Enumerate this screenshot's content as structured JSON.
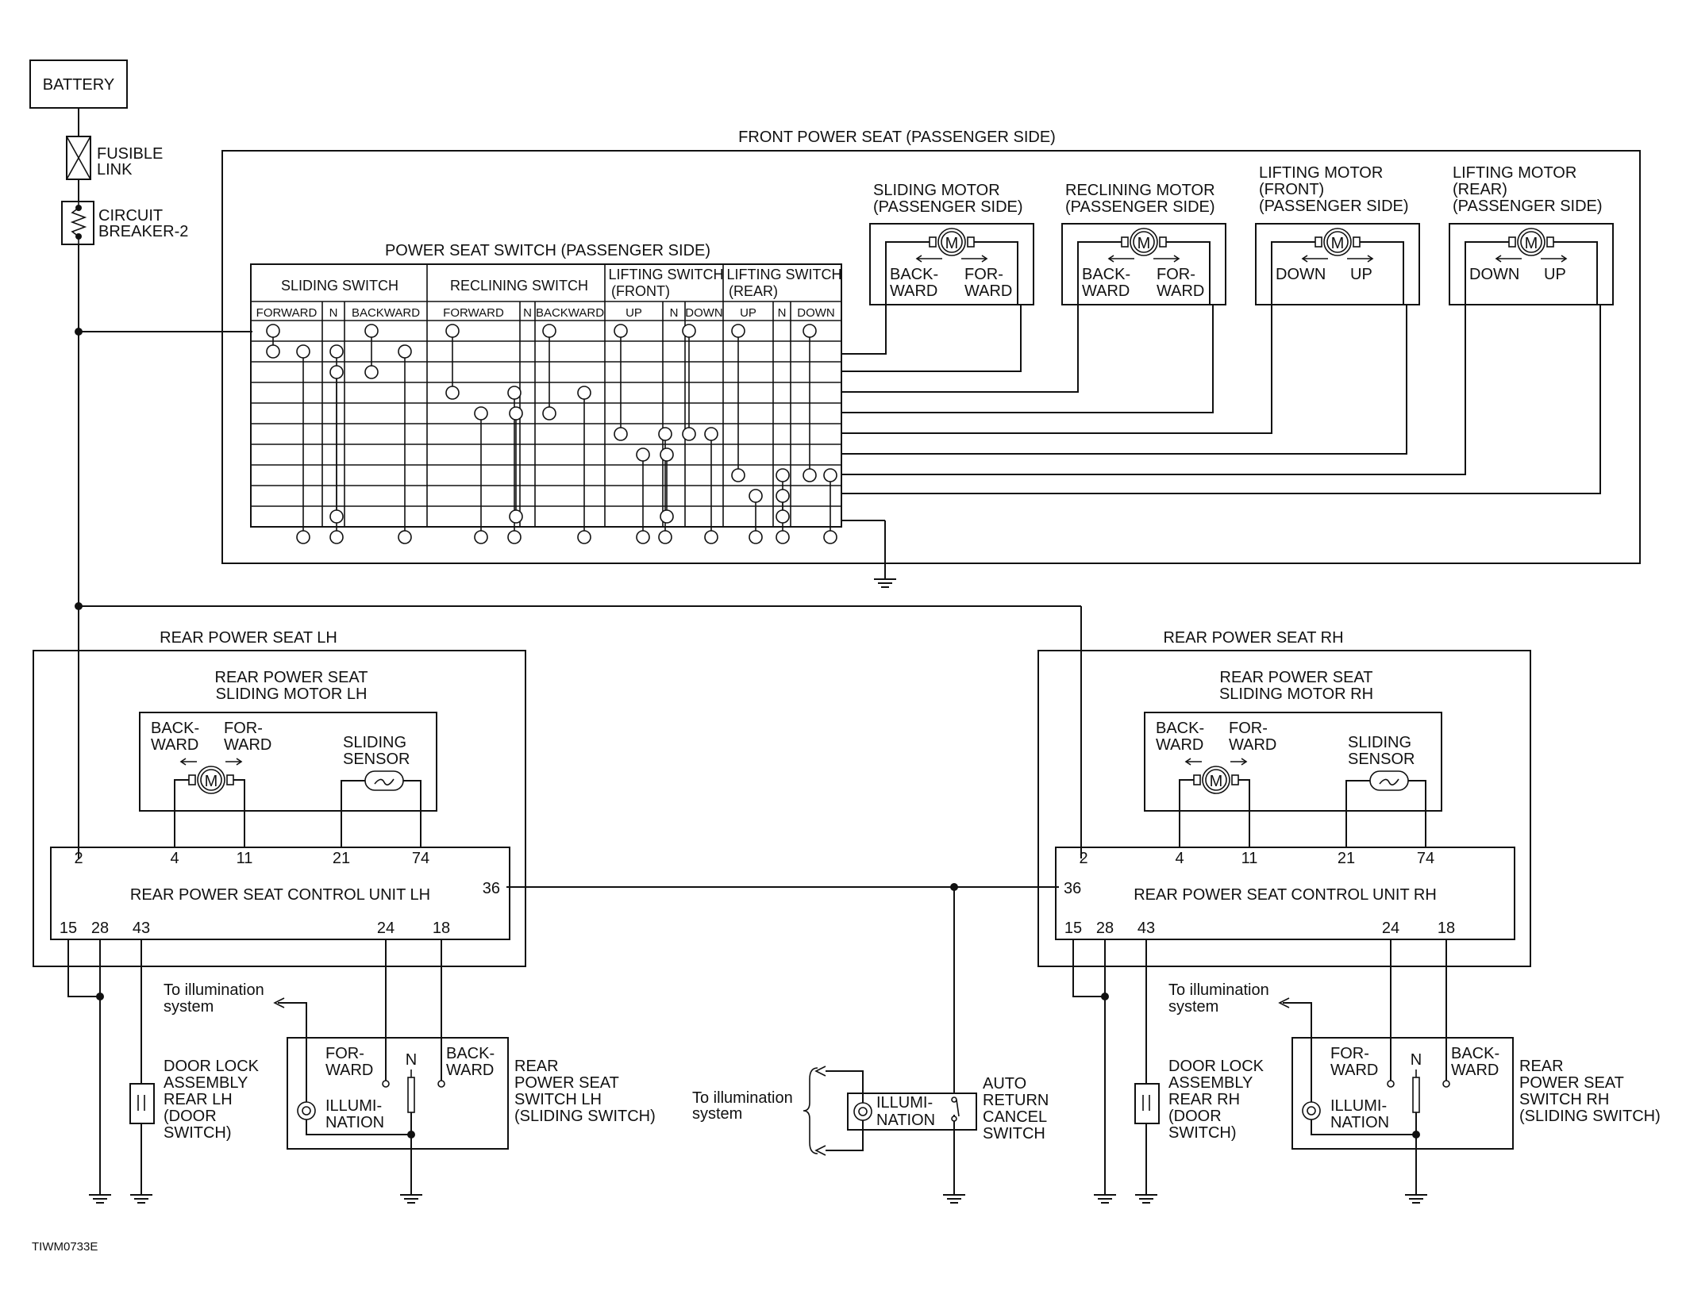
{
  "battery": "BATTERY",
  "fusible_link": [
    "FUSIBLE",
    "LINK"
  ],
  "circuit_breaker": [
    "CIRCUIT",
    "BREAKER-2"
  ],
  "front_seat": {
    "title": "FRONT POWER SEAT (PASSENGER SIDE)",
    "switch_title": "POWER SEAT SWITCH (PASSENGER SIDE)",
    "groups": [
      "SLIDING SWITCH",
      "RECLINING SWITCH",
      "LIFTING SWITCH",
      "(FRONT)",
      "LIFTING SWITCH",
      "(REAR)"
    ],
    "cols": [
      "FORWARD",
      "N",
      "BACKWARD",
      "FORWARD",
      "N",
      "BACKWARD",
      "UP",
      "N",
      "DOWN",
      "UP",
      "N",
      "DOWN"
    ],
    "motors": [
      {
        "title": [
          "SLIDING MOTOR",
          "(PASSENGER SIDE)"
        ],
        "left": [
          "BACK-",
          "WARD"
        ],
        "right": [
          "FOR-",
          "WARD"
        ]
      },
      {
        "title": [
          "RECLINING MOTOR",
          "(PASSENGER SIDE)"
        ],
        "left": [
          "BACK-",
          "WARD"
        ],
        "right": [
          "FOR-",
          "WARD"
        ]
      },
      {
        "title": [
          "LIFTING MOTOR",
          "(FRONT)",
          "(PASSENGER SIDE)"
        ],
        "left": [
          "DOWN"
        ],
        "right": [
          "UP"
        ]
      },
      {
        "title": [
          "LIFTING MOTOR",
          "(REAR)",
          "(PASSENGER SIDE)"
        ],
        "left": [
          "DOWN"
        ],
        "right": [
          "UP"
        ]
      }
    ],
    "motor_glyph": "M"
  },
  "rear_lh": {
    "title": "REAR POWER SEAT LH",
    "motor_title": [
      "REAR POWER SEAT",
      "SLIDING MOTOR LH"
    ],
    "backward": [
      "BACK-",
      "WARD"
    ],
    "forward": [
      "FOR-",
      "WARD"
    ],
    "sensor": [
      "SLIDING",
      "SENSOR"
    ],
    "cu": "REAR POWER SEAT CONTROL UNIT LH",
    "pins_top": [
      "2",
      "4",
      "11",
      "21",
      "74"
    ],
    "pins_bottom": [
      "15",
      "28",
      "43",
      "24",
      "18"
    ],
    "pin_side": "36",
    "illum_to": [
      "To illumination",
      "system"
    ],
    "door_lock": [
      "DOOR LOCK",
      "ASSEMBLY",
      "REAR LH",
      "(DOOR",
      "SWITCH)"
    ],
    "sw_forward": [
      "FOR-",
      "WARD"
    ],
    "sw_n": "N",
    "sw_backward": [
      "BACK-",
      "WARD"
    ],
    "sw_illum": [
      "ILLUMI-",
      "NATION"
    ],
    "switch_label": [
      "REAR",
      "POWER SEAT",
      "SWITCH LH",
      "(SLIDING SWITCH)"
    ]
  },
  "rear_rh": {
    "title": "REAR POWER SEAT RH",
    "motor_title": [
      "REAR POWER SEAT",
      "SLIDING MOTOR RH"
    ],
    "backward": [
      "BACK-",
      "WARD"
    ],
    "forward": [
      "FOR-",
      "WARD"
    ],
    "sensor": [
      "SLIDING",
      "SENSOR"
    ],
    "cu": "REAR POWER SEAT CONTROL UNIT RH",
    "pins_top": [
      "2",
      "4",
      "11",
      "21",
      "74"
    ],
    "pins_bottom": [
      "15",
      "28",
      "43",
      "24",
      "18"
    ],
    "pin_side": "36",
    "illum_to": [
      "To illumination",
      "system"
    ],
    "door_lock": [
      "DOOR LOCK",
      "ASSEMBLY",
      "REAR RH",
      "(DOOR",
      "SWITCH)"
    ],
    "sw_forward": [
      "FOR-",
      "WARD"
    ],
    "sw_n": "N",
    "sw_backward": [
      "BACK-",
      "WARD"
    ],
    "sw_illum": [
      "ILLUMI-",
      "NATION"
    ],
    "switch_label": [
      "REAR",
      "POWER SEAT",
      "SWITCH RH",
      "(SLIDING SWITCH)"
    ]
  },
  "auto_return": {
    "illum_to": [
      "To illumination",
      "system"
    ],
    "illum": [
      "ILLUMI-",
      "NATION"
    ],
    "label": [
      "AUTO",
      "RETURN",
      "CANCEL",
      "SWITCH"
    ]
  },
  "figure_id": "TIWM0733E"
}
